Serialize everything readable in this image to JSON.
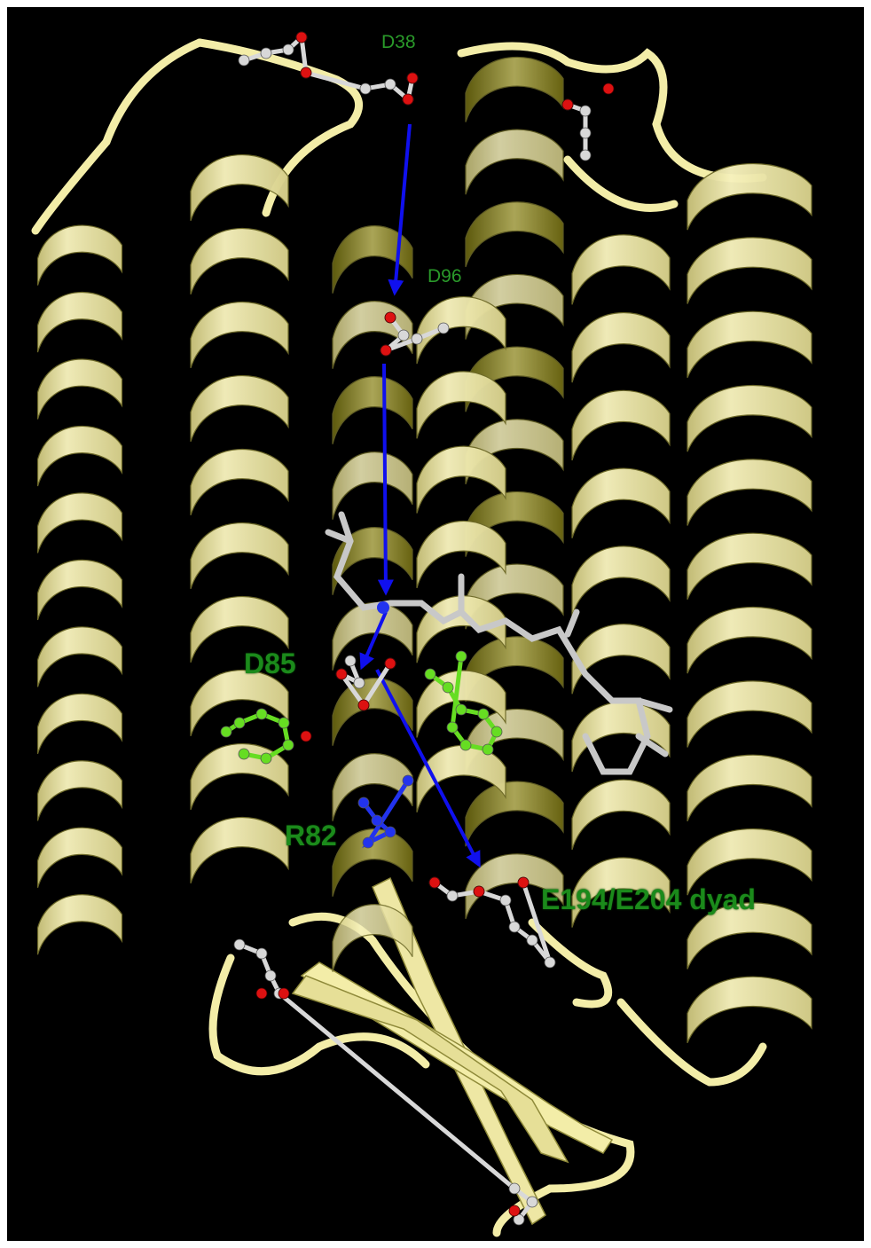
{
  "figure": {
    "background": "#000000",
    "ribbon_color": "#f3eda8",
    "ribbon_dark": "#8a8a1c",
    "arrow_color": "#1010ee",
    "label_color": "#1b8a1b",
    "retinal_color": "#d8d8d8",
    "aromatic_color": "#66dd22",
    "oxygen_color": "#dd1111",
    "nitrogen_color": "#2233ee"
  },
  "labels": {
    "d38": "D38",
    "d96": "D96",
    "d85": "D85",
    "r82": "R82",
    "dyad": "E194/E204 dyad"
  },
  "icons": {
    "pathway": "proton-pathway-arrow-icon",
    "residue": "ball-and-stick-residue-icon"
  }
}
